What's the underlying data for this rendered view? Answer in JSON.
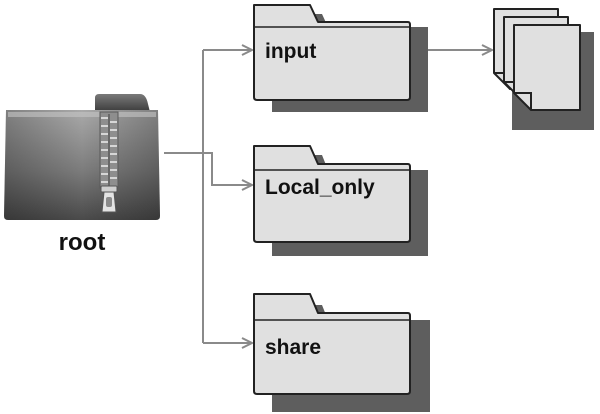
{
  "root": {
    "label": "root",
    "icon": "zip-folder-icon"
  },
  "folders": [
    {
      "label": "input",
      "icon": "folder-icon"
    },
    {
      "label": "Local_only",
      "icon": "folder-icon"
    },
    {
      "label": "share",
      "icon": "folder-icon"
    }
  ],
  "files": {
    "icon": "file-stack-icon",
    "count": 3
  },
  "colors": {
    "folder_fill": "#e0e0e0",
    "folder_stroke": "#222222",
    "shadow": "#5e5e5e",
    "arrow": "#8a8a8a"
  }
}
